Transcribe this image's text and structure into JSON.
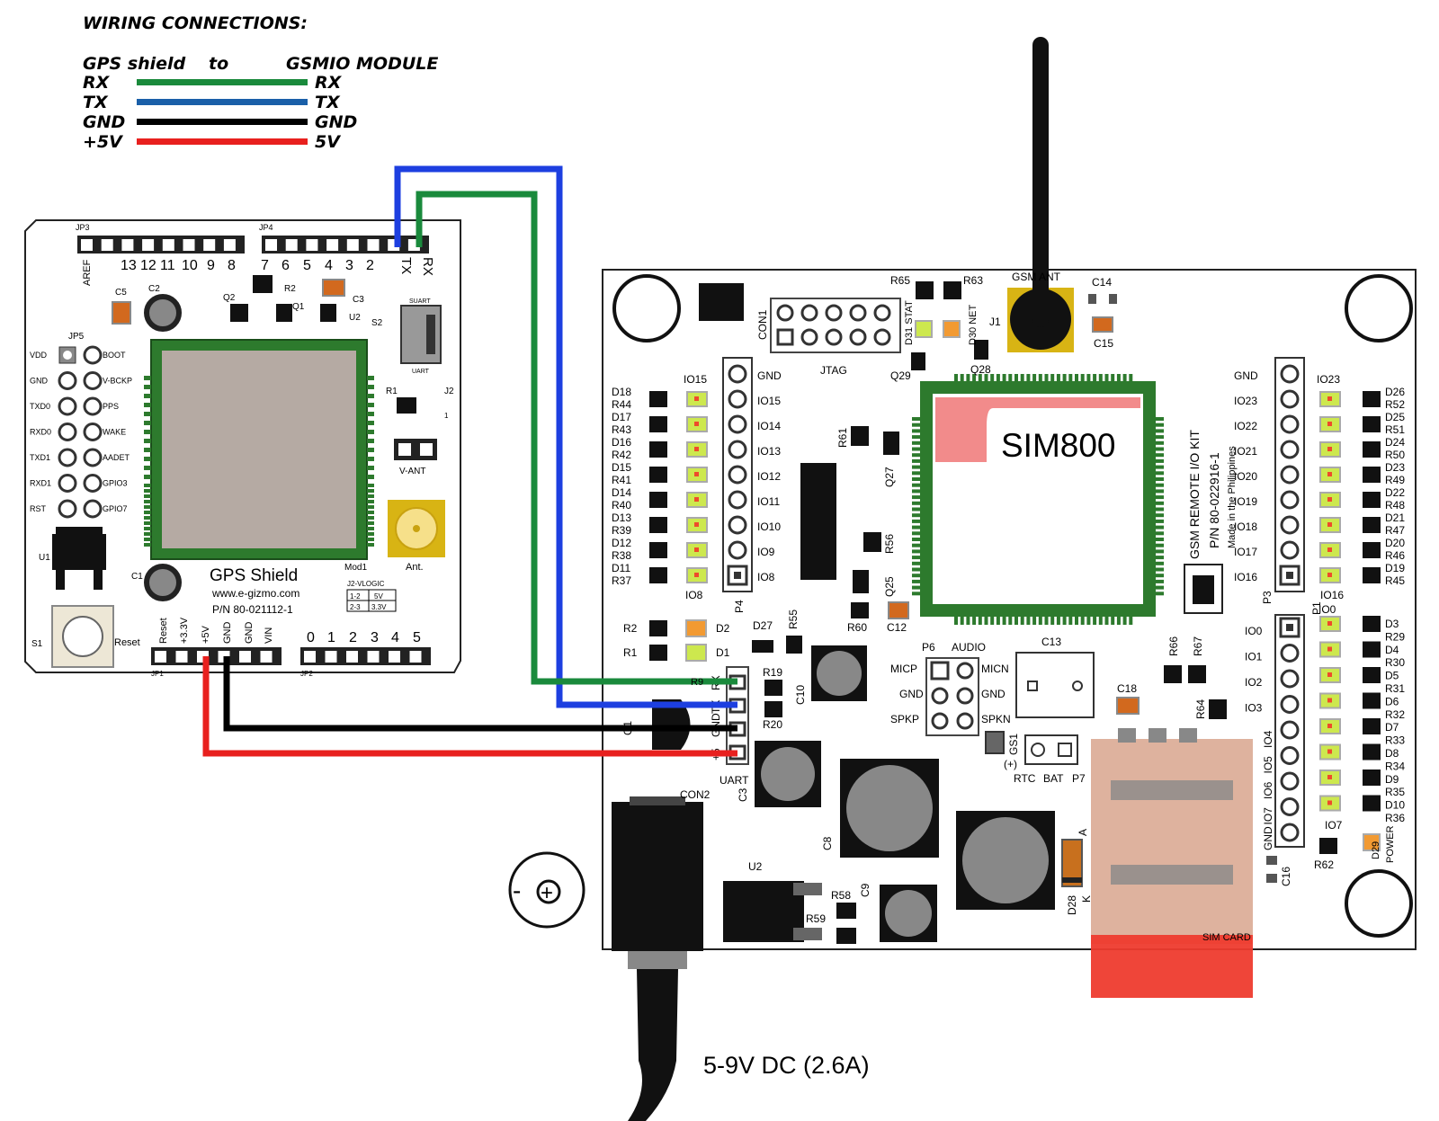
{
  "legend": {
    "title": "WIRING CONNECTIONS:",
    "left_header": "GPS shield",
    "mid_header": "to",
    "right_header": "GSMIO MODULE",
    "rows": [
      {
        "from": "RX",
        "to": "RX",
        "color": "#1a8a3c"
      },
      {
        "from": "TX",
        "to": "TX",
        "color": "#1a5fa8"
      },
      {
        "from": "GND",
        "to": "GND",
        "color": "#000000"
      },
      {
        "from": "+5V",
        "to": "5V",
        "color": "#e8201e"
      }
    ]
  },
  "gps": {
    "title": "GPS Shield",
    "url": "www.e-gizmo.com",
    "pn": "P/N 80-021112-1",
    "jp3": "JP3",
    "jp4": "JP4",
    "jp1": "JP1",
    "jp2": "JP2",
    "jp5": "JP5",
    "aref": "AREF",
    "top_digits": [
      "13",
      "12",
      "11",
      "10",
      "9",
      "8",
      "7",
      "6",
      "5",
      "4",
      "3",
      "2",
      "TX",
      "RX"
    ],
    "bottom_digits": [
      "0",
      "1",
      "2",
      "3",
      "4",
      "5"
    ],
    "power_pins": [
      "Reset",
      "+3.3V",
      "+5V",
      "GND",
      "GND",
      "VIN"
    ],
    "left_pins": [
      "VDD",
      "GND",
      "TXD0",
      "RXD0",
      "TXD1",
      "RXD1",
      "RST"
    ],
    "right_pins": [
      "BOOT",
      "V-BCKP",
      "PPS",
      "WAKE",
      "AADET",
      "GPIO3",
      "GPIO7"
    ],
    "labels": {
      "c5": "C5",
      "c2": "C2",
      "c1": "C1",
      "q2": "Q2",
      "r2": "R2",
      "q1": "Q1",
      "c3": "C3",
      "u2": "U2",
      "s2": "S2",
      "suart": "SUART",
      "uart": "UART",
      "r1": "R1",
      "j2": "J2",
      "vant": "V-ANT",
      "ant": "Ant.",
      "mod1": "Mod1",
      "u1": "U1",
      "s1": "S1",
      "reset": "Reset",
      "j2vlogic": "J2-VLOGIC",
      "j2r1a": "1-2",
      "j2r1b": "5V",
      "j2r2a": "2-3",
      "j2r2b": "3.3V",
      "one": "1"
    }
  },
  "gsm": {
    "chip": "SIM800",
    "kit_line1": "GSM REMOTE I/O KIT",
    "kit_line2": "P/N 80-022916-1",
    "kit_line3": "Made in the Philippines",
    "left_io": [
      "GND",
      "IO15",
      "IO14",
      "IO13",
      "IO12",
      "IO11",
      "IO10",
      "IO9",
      "IO8"
    ],
    "left_io_head": "IO15",
    "left_io_foot": "IO8",
    "left_refs": [
      "D18",
      "R44",
      "D17",
      "R43",
      "D16",
      "R42",
      "D15",
      "R41",
      "D14",
      "R40",
      "D13",
      "R39",
      "D12",
      "R38",
      "D11",
      "R37"
    ],
    "right_io": [
      "GND",
      "IO23",
      "IO22",
      "IO21",
      "IO20",
      "IO19",
      "IO18",
      "IO17",
      "IO16"
    ],
    "right_io_head": "IO23",
    "right_io_foot": "IO16",
    "right_refs": [
      "D26",
      "R52",
      "D25",
      "R51",
      "D24",
      "R50",
      "D23",
      "R49",
      "D22",
      "R48",
      "D21",
      "R47",
      "D20",
      "R46",
      "D19",
      "R45"
    ],
    "lower_io": [
      "IO0",
      "IO1",
      "IO2",
      "IO3",
      "IO4",
      "IO5",
      "IO6",
      "IO7",
      "GND"
    ],
    "lower_io_head": "IO0",
    "lower_io_foot": "IO7",
    "lower_refs": [
      "D3",
      "R29",
      "D4",
      "R30",
      "D5",
      "R31",
      "D6",
      "R32",
      "D7",
      "R33",
      "D8",
      "R34",
      "D9",
      "R35",
      "D10",
      "R36"
    ],
    "uart_pins": [
      "RX",
      "TX",
      "GND",
      "+5"
    ],
    "labels": {
      "r65": "R65",
      "r63": "R63",
      "gsmant": "GSM ANT",
      "c14": "C14",
      "c15": "C15",
      "con1": "CON1",
      "jtag": "JTAG",
      "d31": "D31 STAT",
      "d30": "D30 NET",
      "j1": "J1",
      "q28": "Q28",
      "q29": "Q29",
      "r61": "R61",
      "q27": "Q27",
      "r56": "R56",
      "q25": "Q25",
      "r60": "R60",
      "c12": "C12",
      "p6": "P6",
      "audio": "AUDIO",
      "c13": "C13",
      "micp": "MICP",
      "micn": "MICN",
      "gnd_a": "GND",
      "gnd_b": "GND",
      "spkp": "SPKP",
      "spkn": "SPKN",
      "r66": "R66",
      "r67": "R67",
      "c18": "C18",
      "r64": "R64",
      "gs1": "GS1",
      "plus": "(+)",
      "rtc": "RTC",
      "bat": "BAT",
      "p7": "P7",
      "r2": "R2",
      "r1": "R1",
      "d2": "D2",
      "d1": "D1",
      "d27": "D27",
      "r55": "R55",
      "r19": "R19",
      "r20": "R20",
      "c10": "C10",
      "r9": "R9",
      "uart": "UART",
      "c3": "C3",
      "q1": "Q1",
      "con2": "CON2",
      "c8": "C8",
      "u2": "U2",
      "r58": "R58",
      "c9": "C9",
      "r59": "R59",
      "d28": "D28",
      "a": "A",
      "k": "K",
      "p4": "P4",
      "p3": "P3",
      "p1": "P1",
      "d29": "D29",
      "power": "POWER",
      "r62": "R62",
      "c16": "C16",
      "simcard": "SIM CARD",
      "io7b": "IO7"
    }
  },
  "polarity": {
    "minus": "-",
    "plus": "+"
  },
  "caption": "5-9V DC (2.6A)"
}
